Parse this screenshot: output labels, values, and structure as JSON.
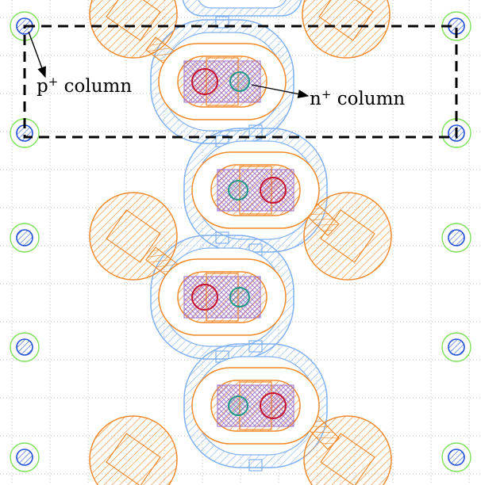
{
  "labels": {
    "p_column": {
      "base": "p",
      "sup": "+",
      "rest": " column"
    },
    "n_column": {
      "base": "n",
      "sup": "+",
      "rest": " column"
    }
  },
  "colors": {
    "background": "#ffffff",
    "grid": "#b9b9b9",
    "blue_metal": "#7fb0ef",
    "orange_bump": "#f08a2c",
    "purple_overlay": "#9a6fc9",
    "red_via": "#c8102e",
    "teal_via": "#1f9a8a",
    "green_ring": "#7ee05a",
    "blue_contact": "#1f4fd6",
    "annotation": "#000000"
  },
  "elements": {
    "dashed_box": "cell boundary (dashed)",
    "arrows": [
      "p+ column pointer",
      "n+ column pointer"
    ]
  }
}
